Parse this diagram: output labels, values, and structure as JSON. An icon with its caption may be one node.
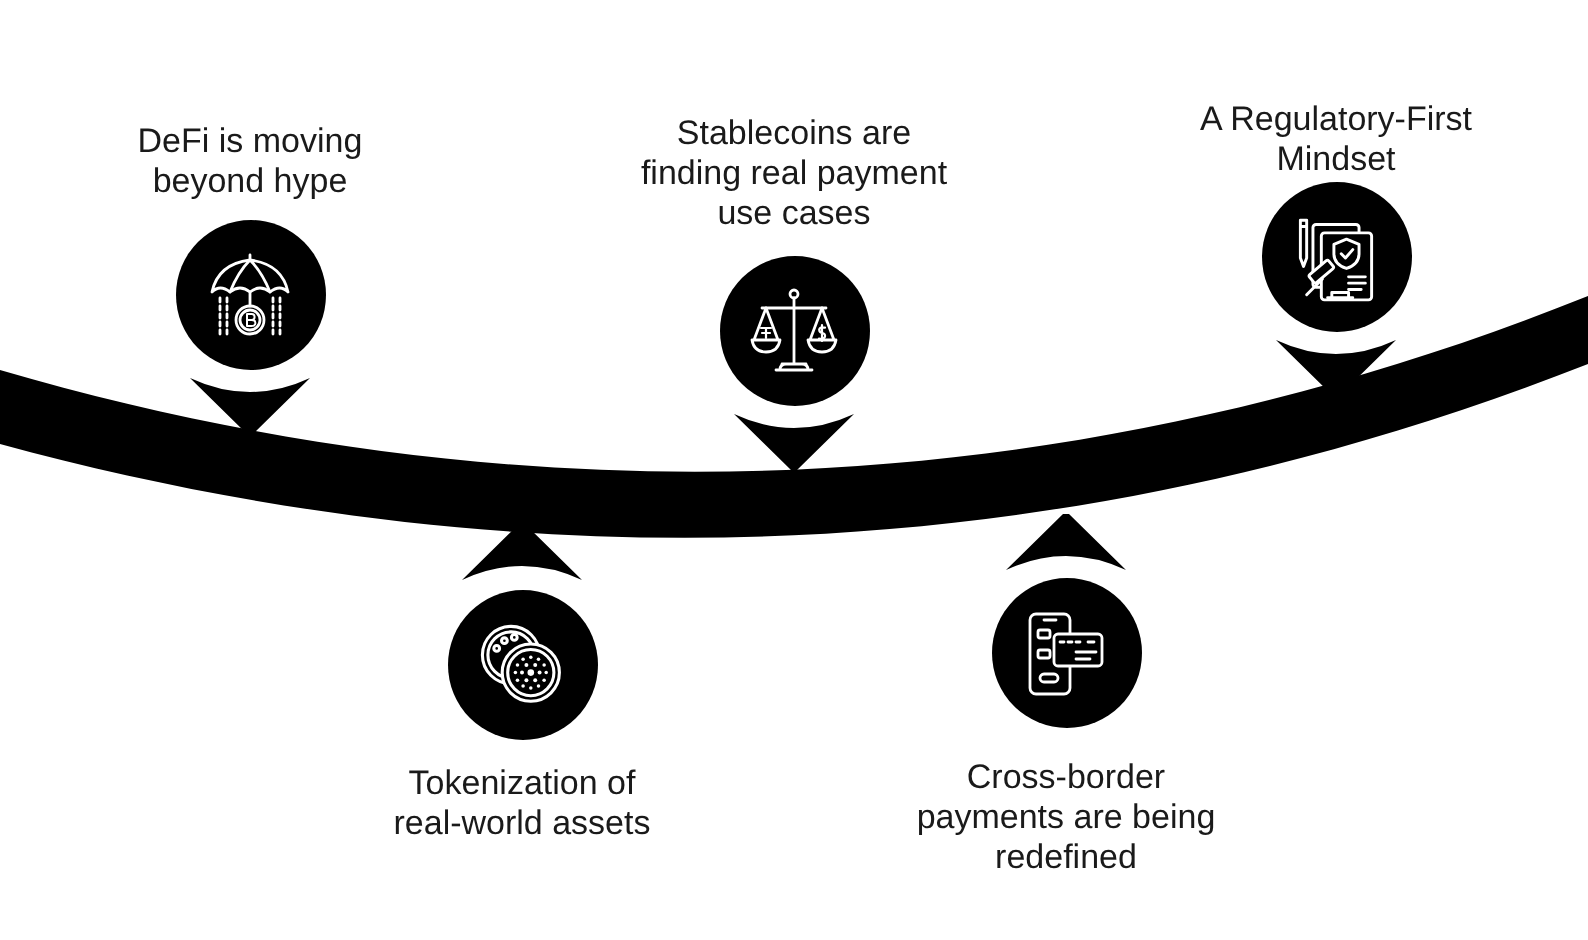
{
  "diagram": {
    "nodes": [
      {
        "text": [
          "DeFi is moving beyond hype"
        ]
      },
      {
        "text": [
          "Tokenization of real-world assets"
        ]
      },
      {
        "text": [
          "Stablecoins are finding real payment use cases"
        ]
      },
      {
        "text": [
          "Cross-border payments are being redefined"
        ]
      },
      {
        "text": [
          "A Regulatory-First Mindset"
        ]
      }
    ]
  }
}
